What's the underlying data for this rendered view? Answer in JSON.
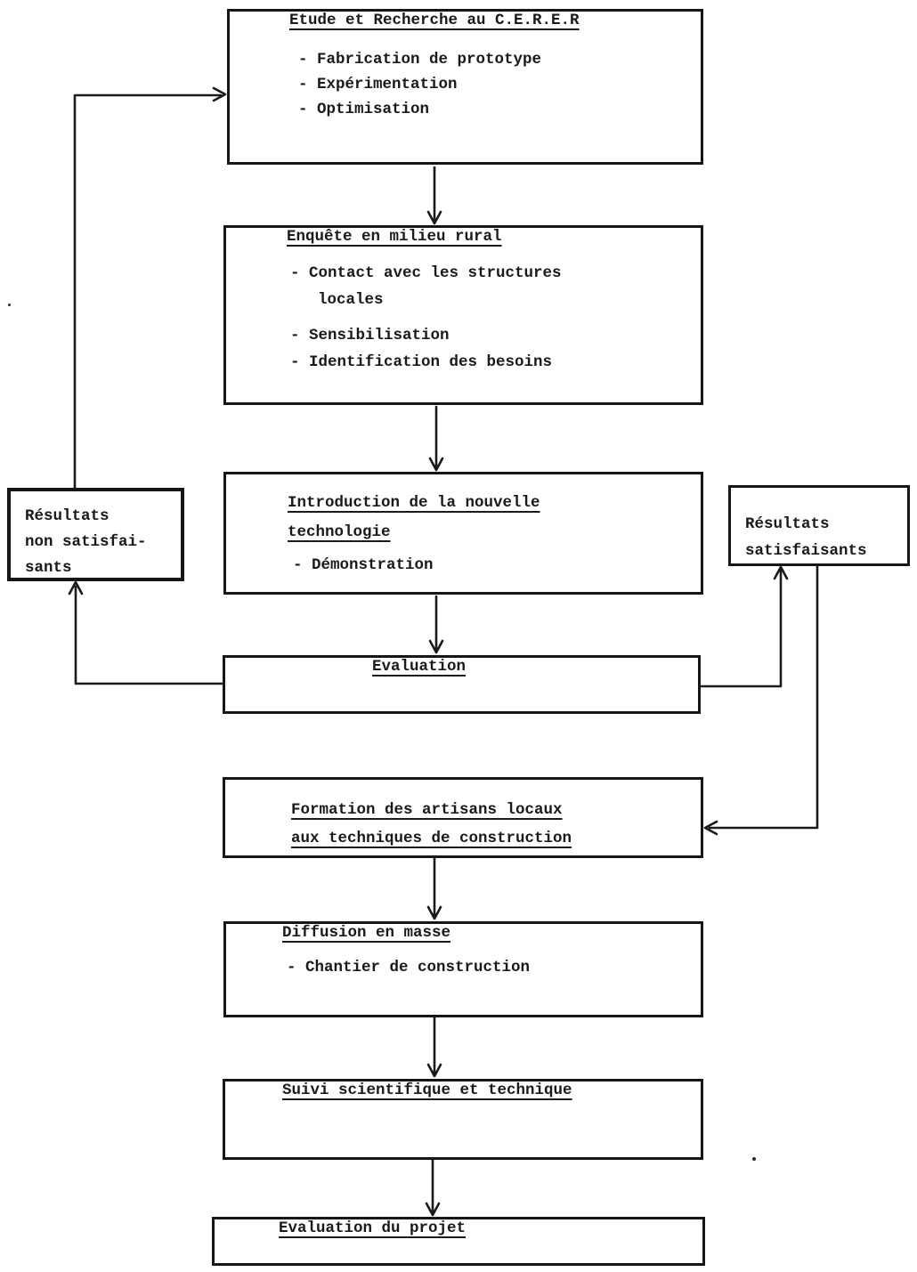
{
  "colors": {
    "ink": "#1a1a1a",
    "paper": "#ffffff"
  },
  "boxes": {
    "cerer": {
      "title": "Etude et Recherche au C.E.R.E.R",
      "item1": "- Fabrication de prototype",
      "item2": "- Expérimentation",
      "item3": "- Optimisation"
    },
    "enquete": {
      "title": "Enquête en milieu rural",
      "item1": "- Contact avec les structures",
      "item1b": "locales",
      "item2": "- Sensibilisation",
      "item3": "- Identification des besoins"
    },
    "introduction": {
      "title_line1": "Introduction de la nouvelle",
      "title_line2": "technologie",
      "item1": "- Démonstration"
    },
    "resultats_non_satisfaisants": {
      "line1": "Résultats",
      "line2": "non satisfai-",
      "line3": "sants"
    },
    "resultats_satisfaisants": {
      "line1": "Résultats",
      "line2": "satisfaisants"
    },
    "evaluation": {
      "title": "Evaluation"
    },
    "formation": {
      "title_line1": "Formation des artisans locaux",
      "title_line2": "aux techniques de construction"
    },
    "diffusion": {
      "title": "Diffusion en masse",
      "item1": "- Chantier de construction"
    },
    "suivi": {
      "title": "Suivi scientifique et technique"
    },
    "evaluation_projet": {
      "title": "Evaluation du projet"
    }
  }
}
